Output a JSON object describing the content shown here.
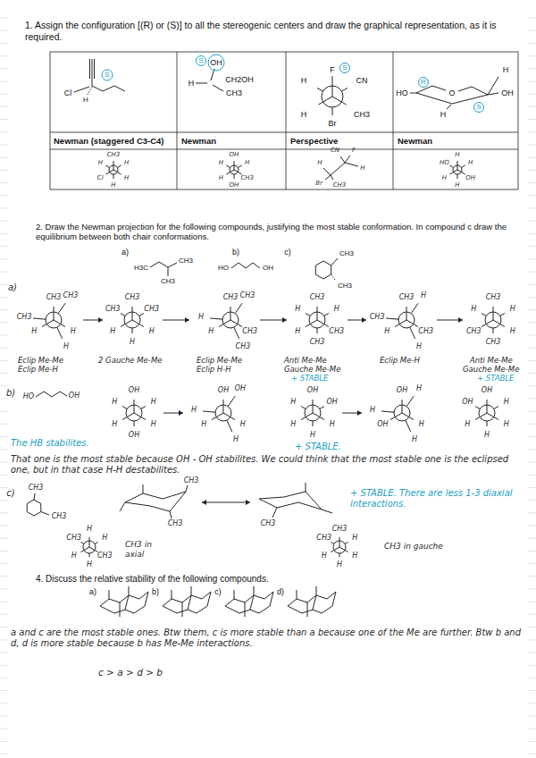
{
  "diagram": {
    "labels": [
      "1. Assign the configuration [(R) or (S)] to all the stereogenic centers and draw the graphical representation, as it is required.",
      "Newman (staggered C3-C4)",
      "Newman",
      "Perspective",
      "Newman",
      "Cl",
      "H",
      "S",
      "OH",
      "H",
      "CH2OH",
      "CH3",
      "S",
      "F",
      "S",
      "H",
      "CN",
      "H",
      "CH3",
      "Br",
      "H",
      "HO",
      "O",
      "OH",
      "H",
      "R",
      "S",
      "CH3",
      "H",
      "H",
      "H",
      "Cl",
      "H",
      "OH",
      "H",
      "CH3",
      "OH",
      "H",
      "H",
      "H",
      "CN",
      "F",
      "H",
      "Br",
      "CH3",
      "H",
      "H",
      "OH",
      "H",
      "H",
      "HO",
      "2. Draw the Newman projection for the following compounds, justifying the most stable conformation. In compound c draw the equilibrium between both chair conformations.",
      "a)",
      "H3C",
      "CH3",
      "CH3",
      "b)",
      "HO",
      "OH",
      "c)",
      "CH3",
      "CH3",
      "a)",
      "CH3",
      "CH3",
      "H",
      "H",
      "H",
      "CH3",
      "CH3",
      "CH3",
      "H",
      "H",
      "H",
      "CH3",
      "CH3",
      "CH3",
      "CH3",
      "CH3",
      "H",
      "H",
      "CH3",
      "H",
      "CH3",
      "CH3",
      "H",
      "H",
      "CH3",
      "H",
      "CH3",
      "H",
      "H",
      "CH3",
      "CH3",
      "H",
      "H",
      "CH3",
      "CH3",
      "H",
      "Eclip Me-Me",
      "Eclip Me-H",
      "2 Gauche Me-Me",
      "Eclip Me-Me",
      "Eclip H-H",
      "Anti Me-Me",
      "Gauche Me-Me",
      "+ STABLE",
      "Eclip Me-H",
      "Anti Me-Me",
      "Gauche Me-Me",
      "+ STABLE",
      "b)",
      "HO",
      "OH",
      "OH",
      "H",
      "H",
      "OH",
      "H",
      "H",
      "OH",
      "OH",
      "H",
      "H",
      "H",
      "H",
      "OH",
      "OH",
      "H",
      "H",
      "H",
      "H",
      "OH",
      "H",
      "H",
      "H",
      "OH",
      "H",
      "OH",
      "H",
      "H",
      "H",
      "H",
      "OH",
      "The HB stabilites.",
      "+ STABLE.",
      "That one is the most stable because OH - OH stabilites. We could think that the most stable one is the eclipsed one, but in that case H-H destabilites.",
      "c)",
      "CH3",
      "CH3",
      "CH3",
      "CH3",
      "CH3",
      "+ STABLE. There are less 1-3 diaxial interactions.",
      "H",
      "H",
      "CH3",
      "H",
      "H",
      "CH3",
      "CH3 in axial",
      "CH3",
      "H",
      "H",
      "H",
      "H",
      "CH3",
      "CH3 in gauche",
      "4. Discuss the relative stability of the following compounds.",
      "a)",
      "b)",
      "c)",
      "d)",
      "a and c are the most stable ones. Btw them, c is more stable than a because one of the Me are further. Btw b and d, d is more stable because b has Me-Me interactions.",
      "c > a > d > b"
    ]
  }
}
